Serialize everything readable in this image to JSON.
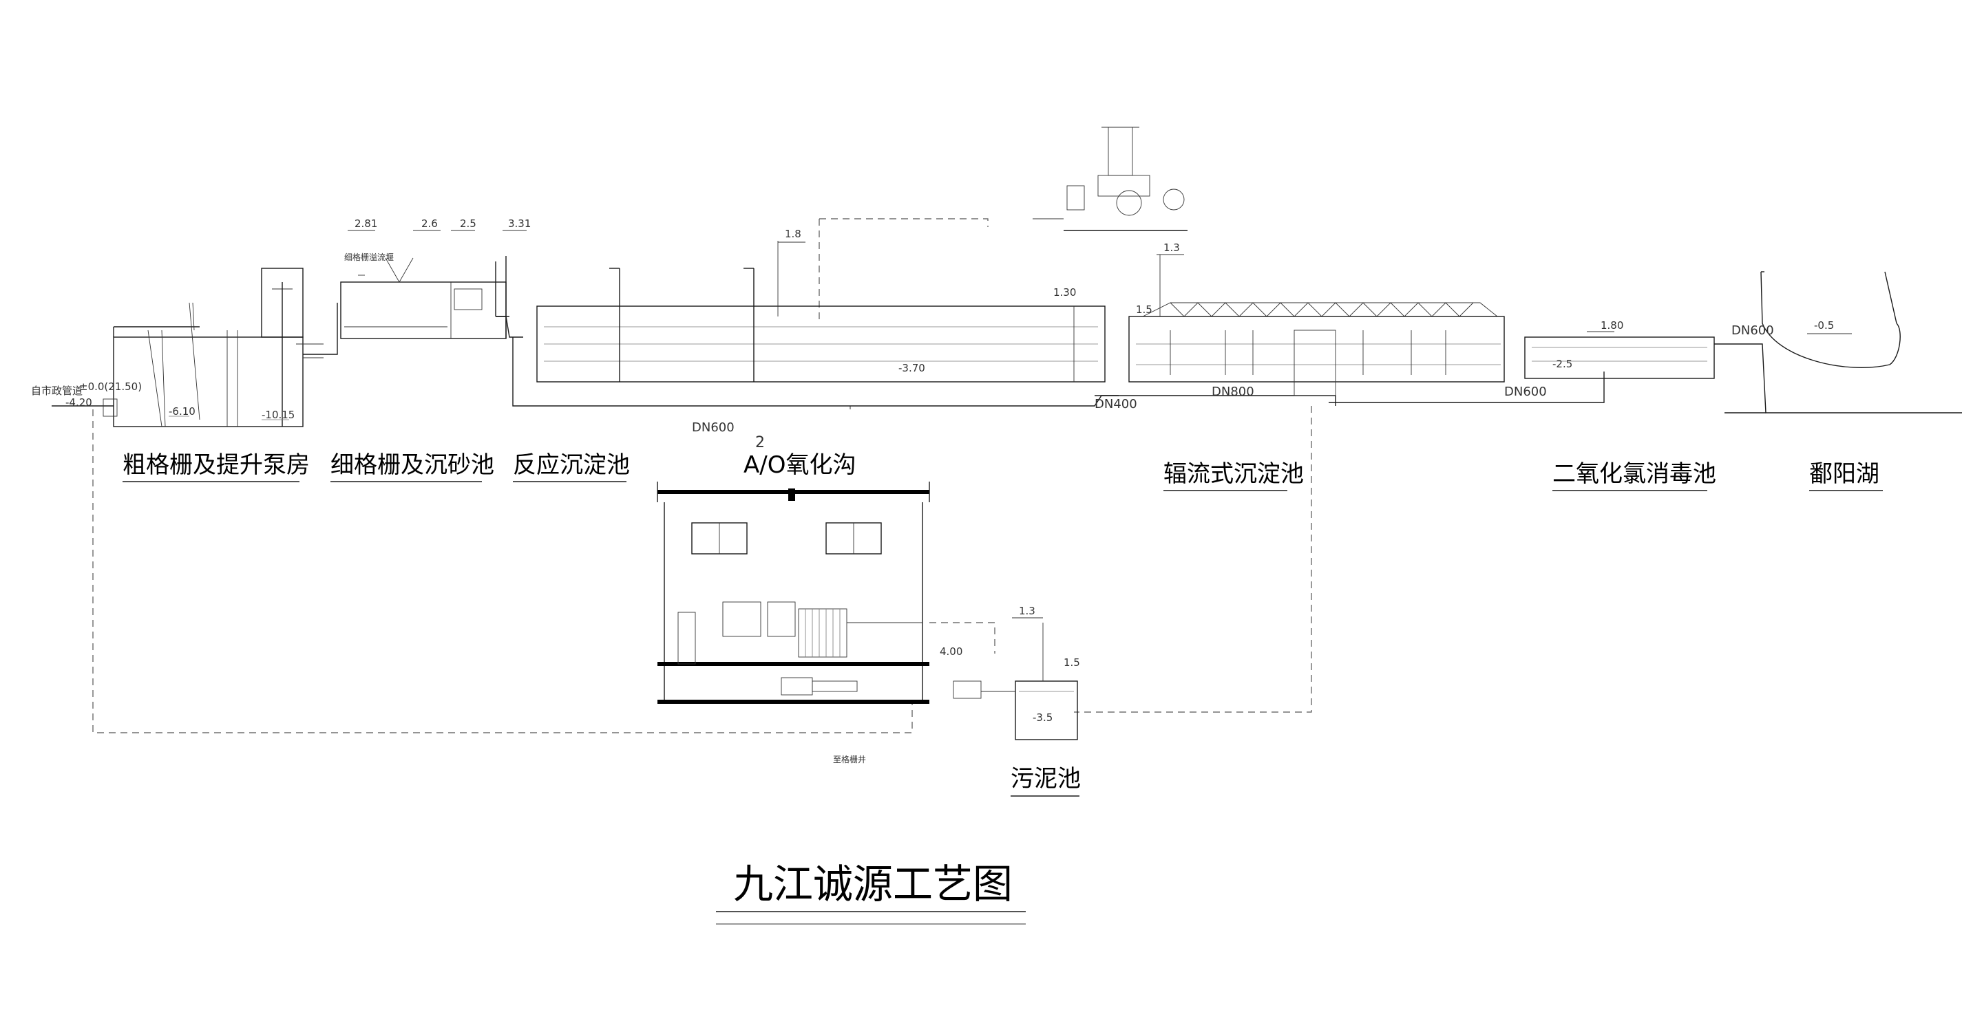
{
  "title": "九江诚源工艺图",
  "units": {
    "coarse_screen": "粗格栅及提升泵房",
    "fine_screen": "细格栅及沉砂池",
    "reaction": "反应沉淀池",
    "a2o_prefix": "A",
    "a2o_sup": "2",
    "a2o_rest": "/O氧化沟",
    "radial": "辐流式沉淀池",
    "chlorine": "二氧化氯消毒池",
    "lake": "鄱阳湖",
    "sludge": "污泥池"
  },
  "pipes": {
    "dn600_a": "DN600",
    "dn400": "DN400",
    "dn800": "DN800",
    "dn600_b": "DN600",
    "dn600_c": "DN600"
  },
  "elevations": {
    "inlet_label": "自市政管道",
    "inlet_elev": "-4.20",
    "ground": "±0.0(21.50)",
    "pump_low": "-6.10",
    "pump_low2": "-10.15",
    "fine_281": "2.81",
    "fine_26": "2.6",
    "fine_25": "2.5",
    "react_331": "3.31",
    "a2o_18": "1.8",
    "a2o_130": "1.30",
    "a2o_bottom": "-3.70",
    "radial_13": "1.3",
    "radial_15": "1.5",
    "chl_180": "1.80",
    "chl_low": "-2.5",
    "lake_m05": "-0.5",
    "sludge_13": "1.3",
    "sludge_15": "1.5",
    "sludge_low": "-3.5",
    "dewater_400": "4.00"
  },
  "notes": {
    "fine_screen_note": "细格栅溢流堰",
    "sludge_note": "至格栅井"
  }
}
